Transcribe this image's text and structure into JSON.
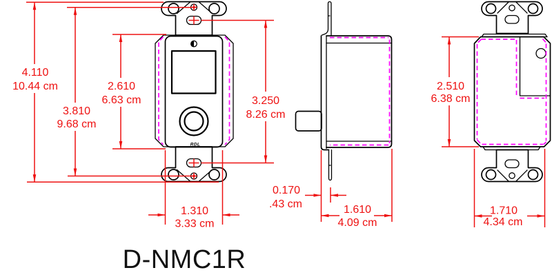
{
  "title": "D-NMC1R",
  "brand_label": "RDL",
  "colors": {
    "outline": "#000000",
    "dimension_red": "#ee1111",
    "hidden_line_magenta": "#ff00ff"
  },
  "dims": {
    "overall_height_in": "4.110",
    "overall_height_cm": "10.44 cm",
    "mount_hole_span_in": "3.810",
    "mount_hole_span_cm": "9.68 cm",
    "window_height_in": "2.610",
    "window_height_cm": "6.63 cm",
    "slot_span_in": "3.250",
    "slot_span_cm": "8.26 cm",
    "front_width_in": "1.310",
    "front_width_cm": "3.33 cm",
    "flange_depth_in": "0.170",
    "flange_depth_cm": ".43 cm",
    "body_depth_in": "1.610",
    "body_depth_cm": "4.09 cm",
    "rear_height_in": "2.510",
    "rear_height_cm": "6.38 cm",
    "rear_width_in": "1.710",
    "rear_width_cm": "4.34 cm"
  }
}
